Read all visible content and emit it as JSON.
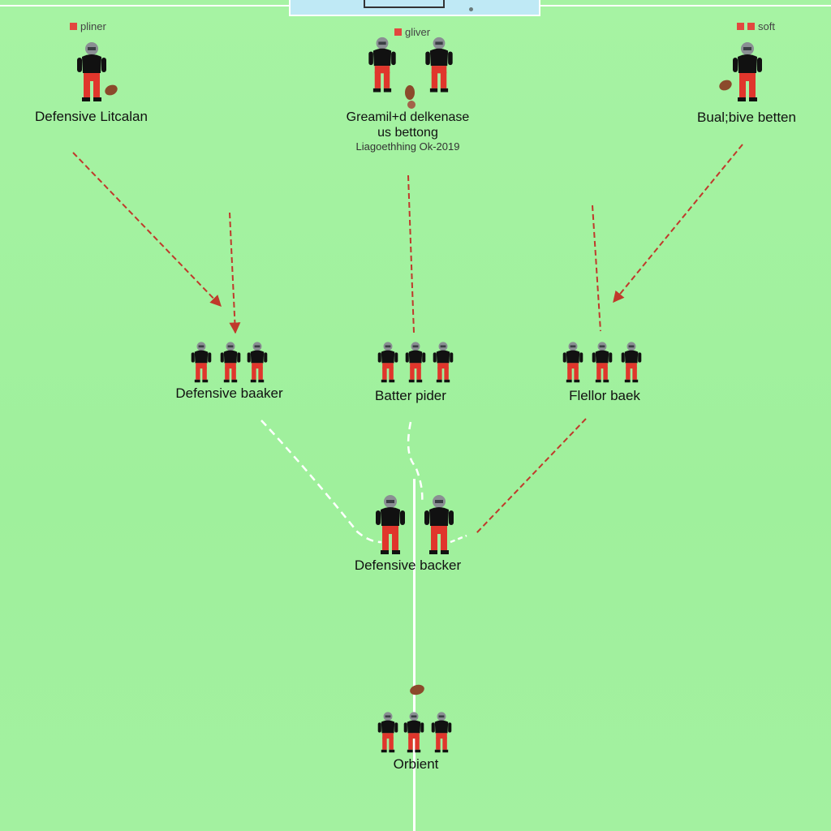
{
  "tags": {
    "left": "pliner",
    "center": "gliver",
    "right": "soft"
  },
  "labels": {
    "top_left": "Defensive Litcalan",
    "top_center_1": "Greamil+d delkenase",
    "top_center_2": "us bettong",
    "top_center_3": "Liagoethhing Ok-2019",
    "top_right": "Bual;bive betten",
    "mid_left": "Defensive baaker",
    "mid_center": "Batter pider",
    "mid_right": "Flellor baek",
    "lower_center": "Defensive backer",
    "bottom_center": "Orbient"
  },
  "colors": {
    "field": "#a2f2a0",
    "jersey": "#111111",
    "pants": "#e0362c",
    "helmet": "#8a8f93",
    "arrow": "#c0392b",
    "line": "#ffffff",
    "ball": "#8b4a2b"
  },
  "icons": {
    "tag": "flag-icon",
    "player": "player-icon",
    "ball": "football-icon"
  }
}
